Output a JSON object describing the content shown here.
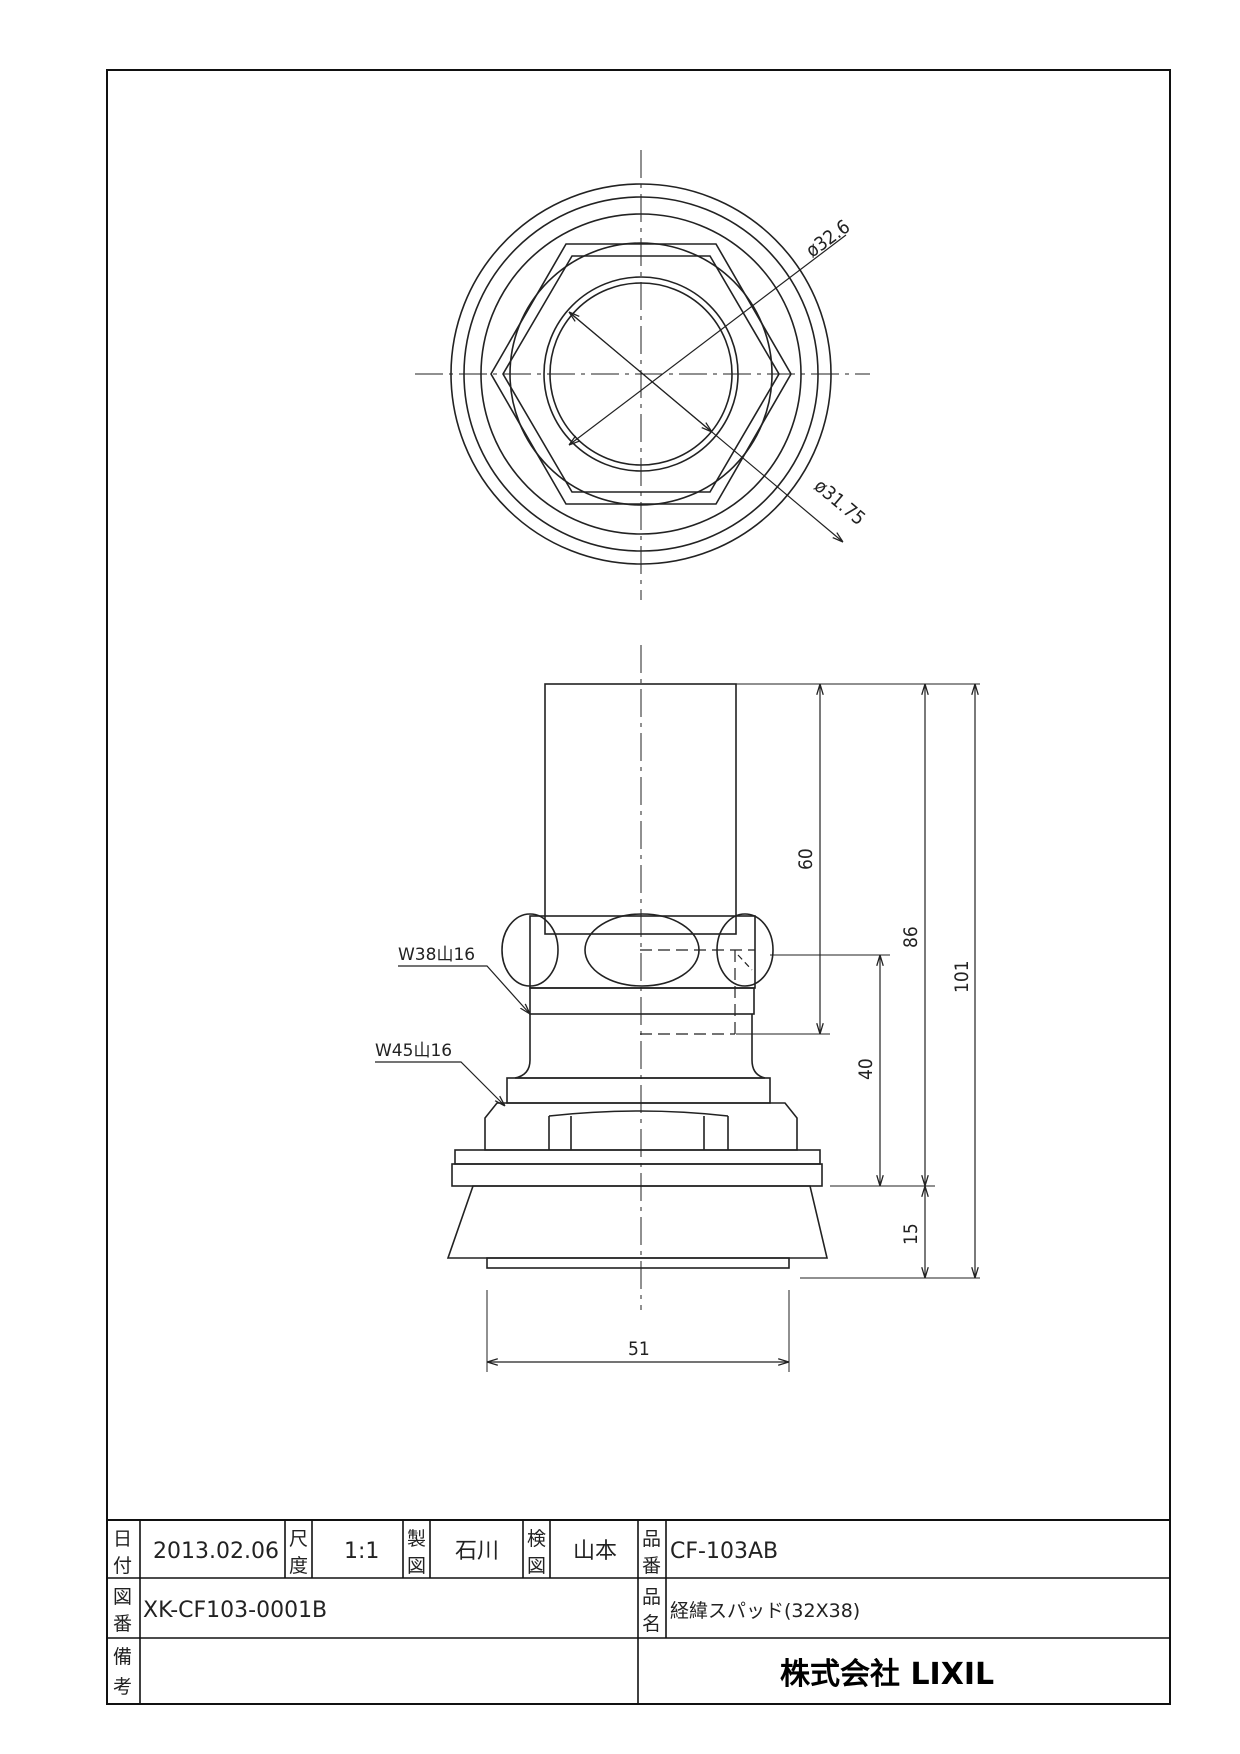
{
  "top_view": {
    "dim_outer": "ø32.6",
    "dim_inner": "ø31.75"
  },
  "front_view": {
    "dim_60": "60",
    "dim_86": "86",
    "dim_101": "101",
    "dim_40": "40",
    "dim_15": "15",
    "dim_51": "51",
    "thread_upper": "W38山16",
    "thread_lower": "W45山16"
  },
  "title_block": {
    "date_label_1": "日",
    "date_label_2": "付",
    "date": "2013.02.06",
    "scale_label_1": "尺",
    "scale_label_2": "度",
    "scale": "1:1",
    "drawn_label_1": "製",
    "drawn_label_2": "図",
    "drawn_by": "石川",
    "checked_label_1": "検",
    "checked_label_2": "図",
    "checked_by": "山本",
    "part_no_label_1": "品",
    "part_no_label_2": "番",
    "part_no": "CF-103AB",
    "drawing_no_label_1": "図",
    "drawing_no_label_2": "番",
    "drawing_no": "XK-CF103-0001B",
    "part_name_label_1": "品",
    "part_name_label_2": "名",
    "part_name": "経緯スパッド(32X38)",
    "remarks_label_1": "備",
    "remarks_label_2": "考",
    "company": "株式会社 LIXIL"
  }
}
